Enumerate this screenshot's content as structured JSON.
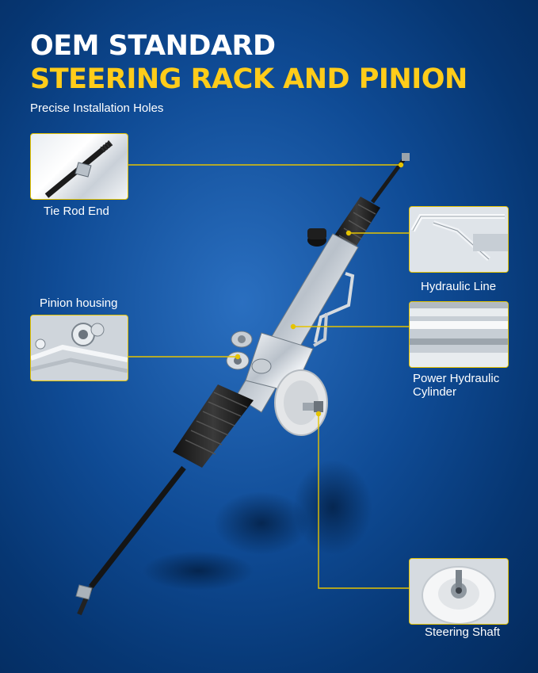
{
  "header": {
    "title_line1": "OEM STANDARD",
    "title_line2": "STEERING RACK AND PINION",
    "subtitle": "Precise Installation Holes"
  },
  "callouts": {
    "tie_rod_end": "Tie Rod End",
    "hydraulic_line": "Hydraulic Line",
    "pinion_housing": "Pinion housing",
    "power_hydraulic_cylinder_line1": "Power Hydraulic",
    "power_hydraulic_cylinder_line2": "Cylinder",
    "steering_shaft": "Steering Shaft"
  },
  "colors": {
    "accent": "#ffcc1a",
    "callout_line": "#e5c300",
    "background_dark": "#063672",
    "background_light": "#2a6fc0"
  }
}
